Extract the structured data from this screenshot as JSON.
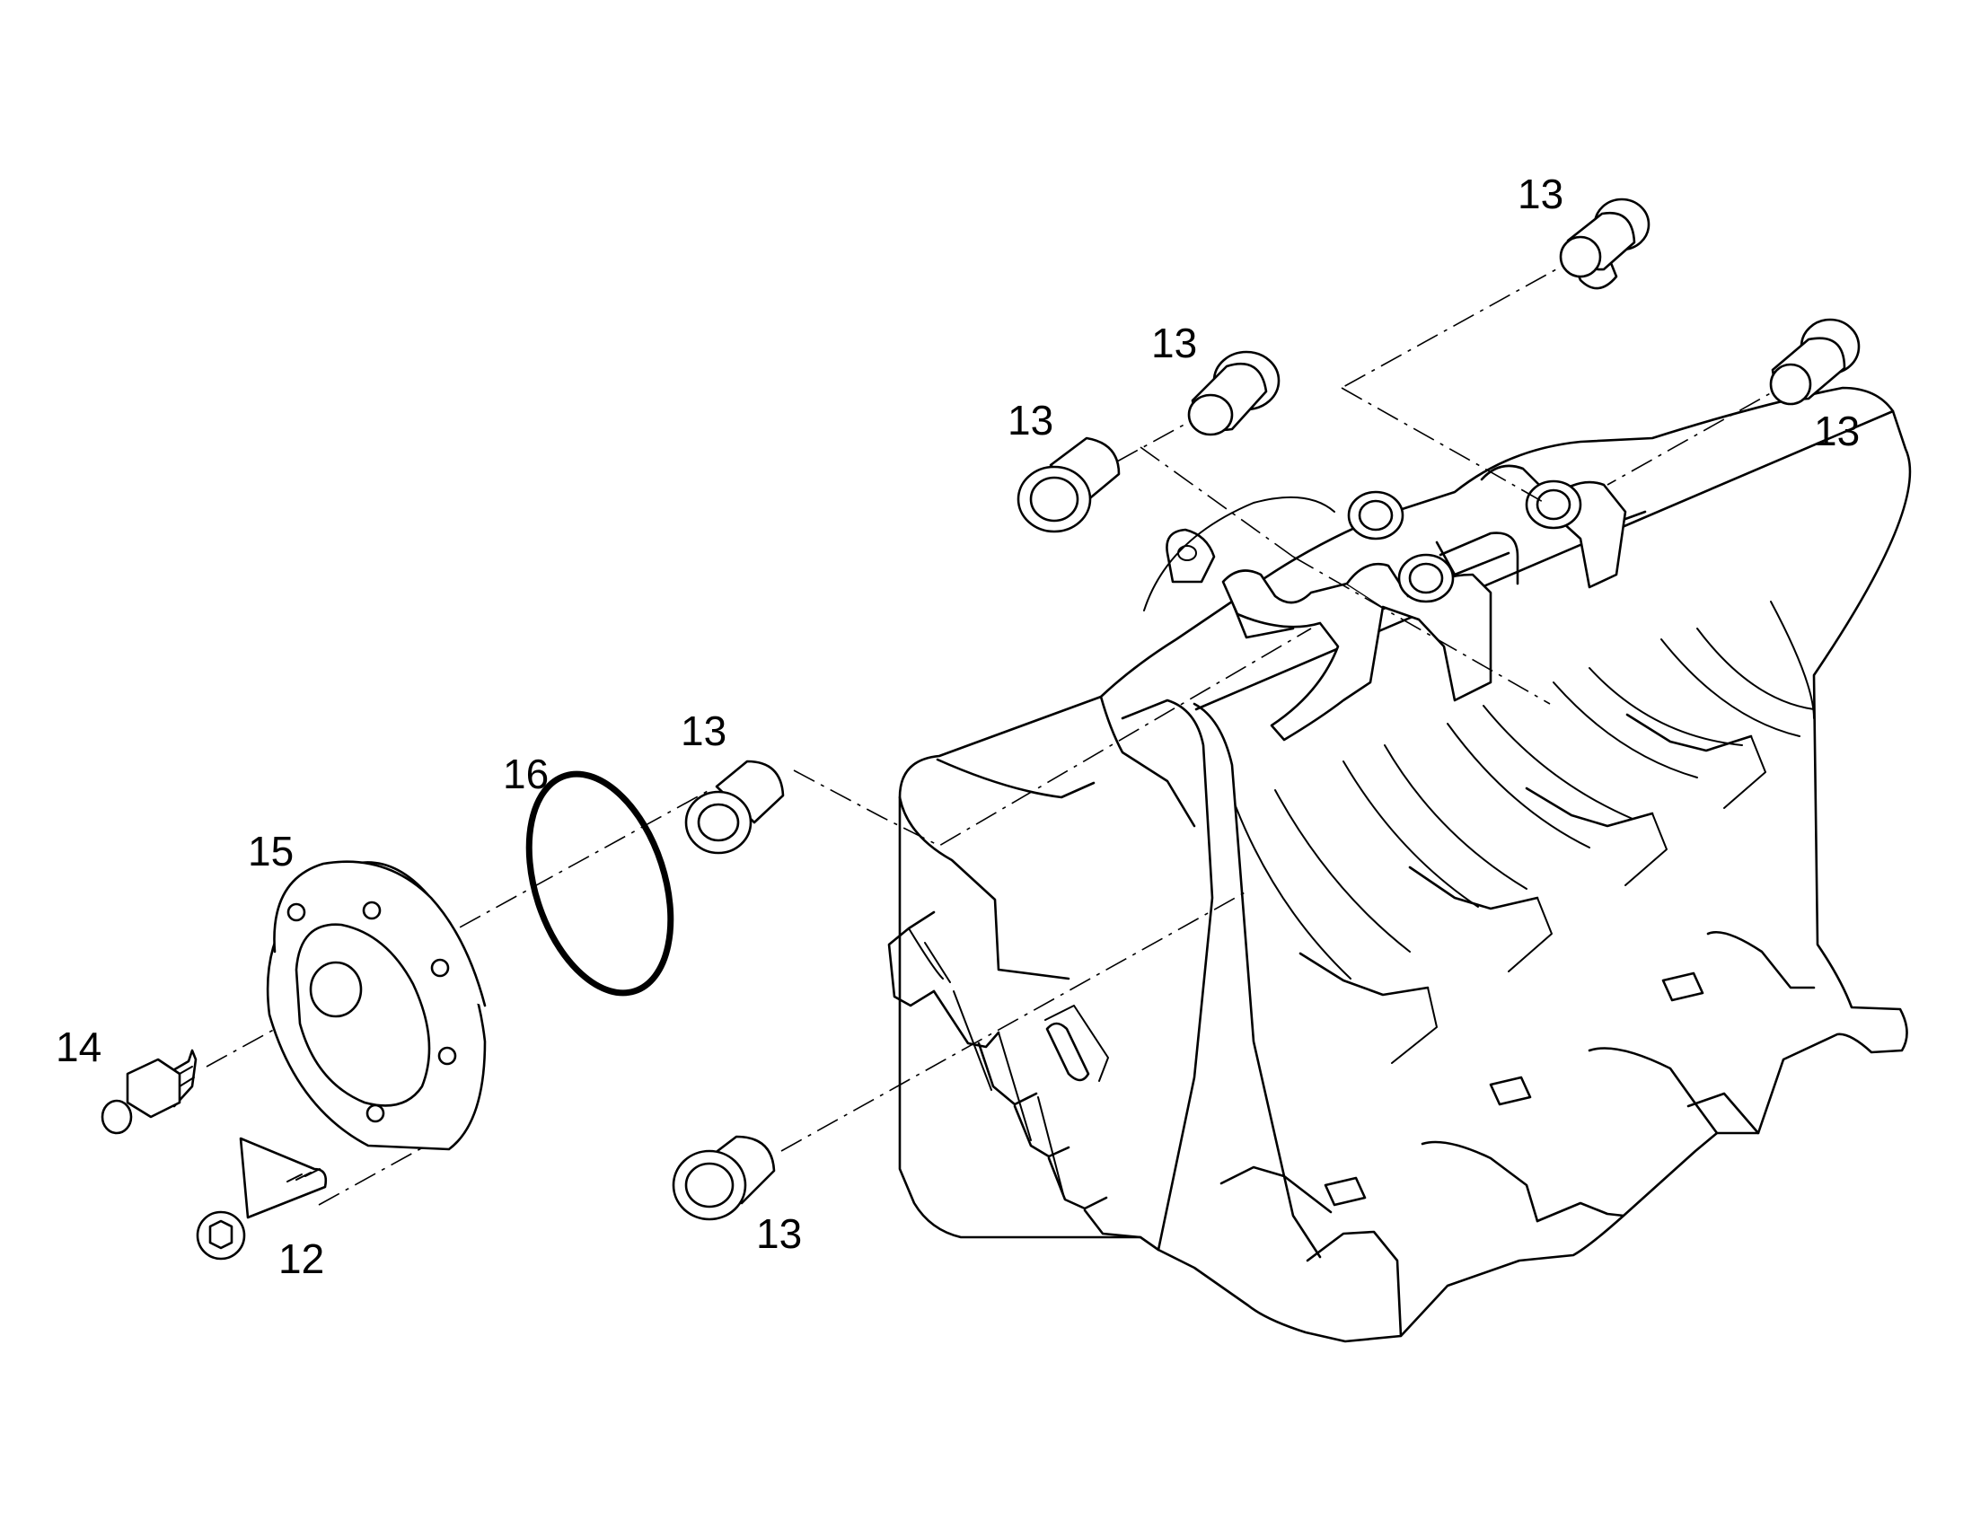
{
  "callouts": {
    "c12": "12",
    "c13_top_right": "13",
    "c13_upper_left": "13",
    "c13_upper_mid": "13",
    "c13_far_right": "13",
    "c13_middle": "13",
    "c13_bottom": "13",
    "c14": "14",
    "c15": "15",
    "c16": "16"
  },
  "colors": {
    "line": "#000000",
    "background": "#ffffff"
  }
}
